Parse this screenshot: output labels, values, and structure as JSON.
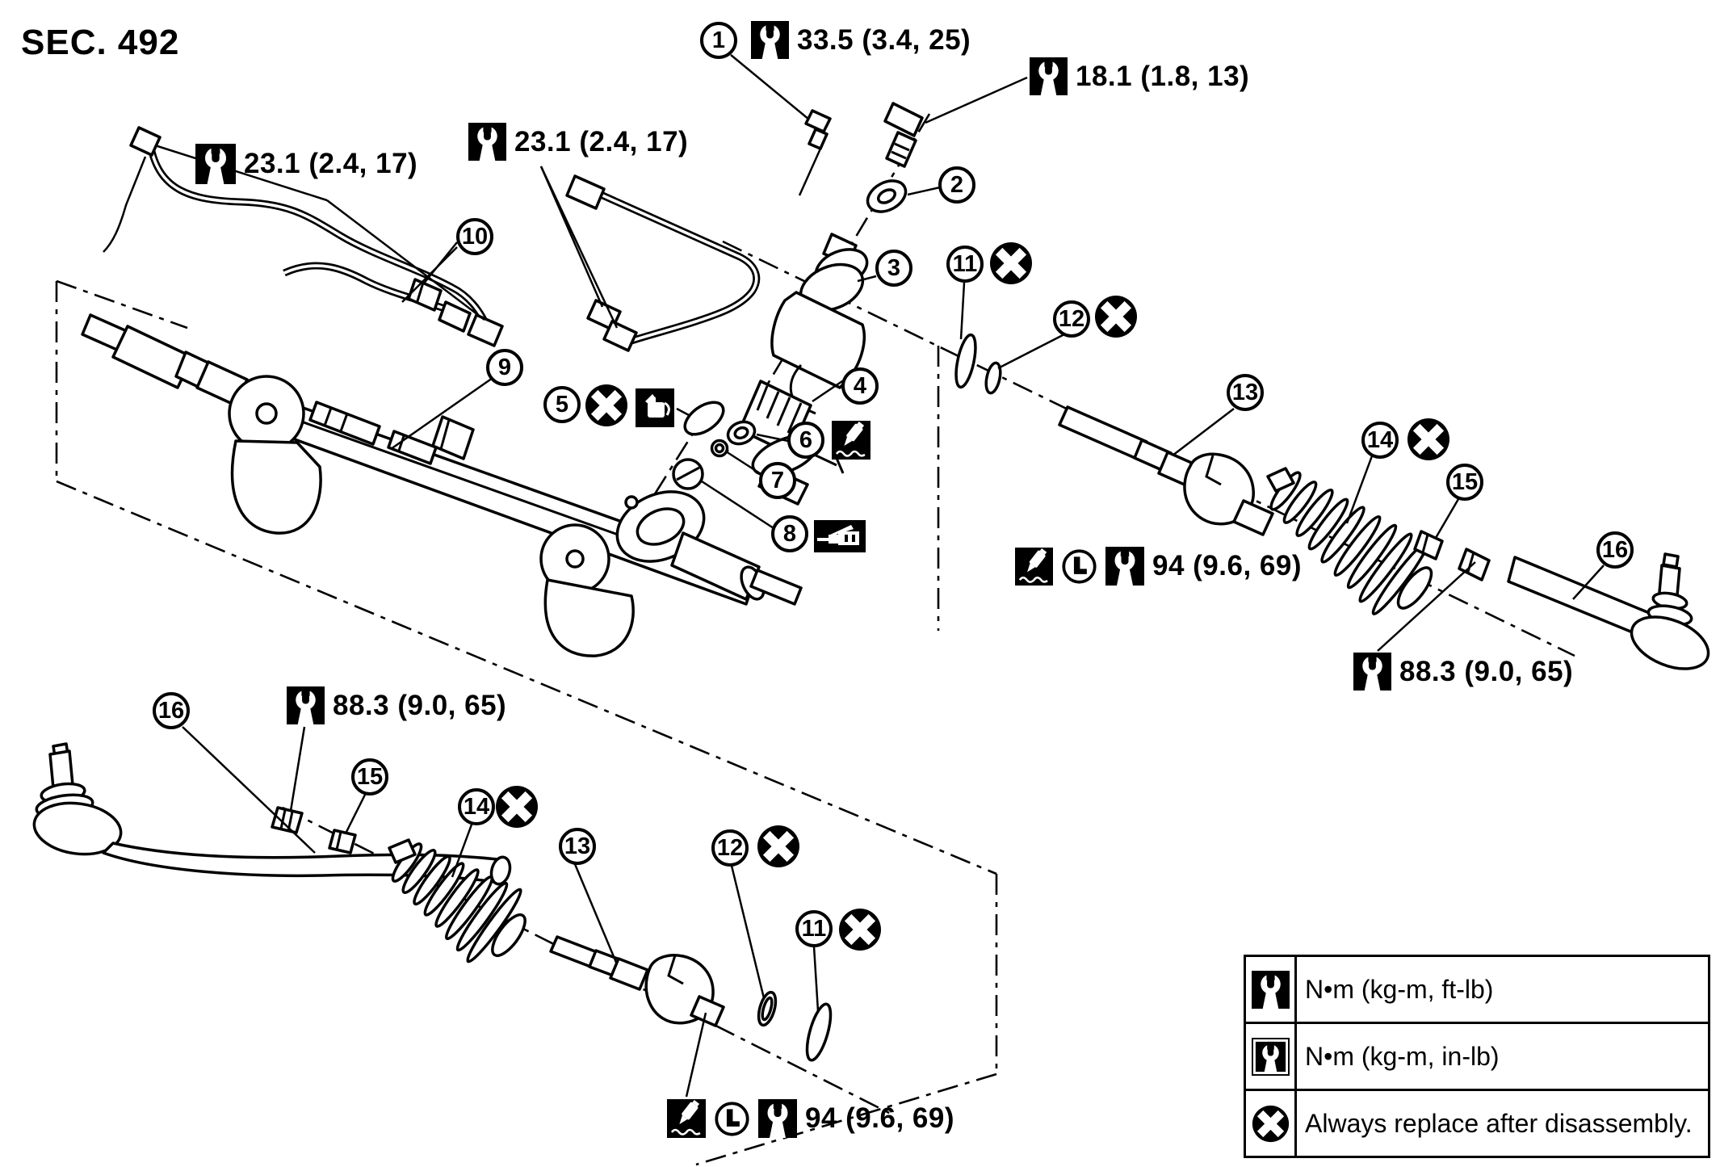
{
  "title": "SEC. 492",
  "colors": {
    "ink": "#000000",
    "paper": "#ffffff"
  },
  "callouts": {
    "c1": "1",
    "c2": "2",
    "c3": "3",
    "c4": "4",
    "c5": "5",
    "c6": "6",
    "c7": "7",
    "c8": "8",
    "c9": "9",
    "c10": "10",
    "c11a": "11",
    "c12a": "12",
    "c13a": "13",
    "c14a": "14",
    "c15a": "15",
    "c16a": "16",
    "c11b": "11",
    "c12b": "12",
    "c13b": "13",
    "c14b": "14",
    "c15b": "15",
    "c16b": "16"
  },
  "torque_labels": {
    "bolt_small": "33.5 (3.4, 25)",
    "bolt_bracket": "18.1 (1.8, 13)",
    "pipe_left": "23.1 (2.4, 17)",
    "pipe_right": "23.1 (2.4, 17)",
    "inner_socket_right": "94 (9.6, 69)",
    "locknut_right": "88.3 (9.0, 65)",
    "locknut_left": "88.3 (9.0, 65)",
    "inner_socket_bottom": "94 (9.6, 69)"
  },
  "icon_names": {
    "wrench": "torque-spec-ft-lb",
    "wrench_boxed": "torque-spec-in-lb",
    "replace_x": "always-replace",
    "grease": "apply-grease",
    "fluid": "apply-fluid",
    "grease_gun": "grease-gun",
    "l_circle": "left-hand-thread"
  },
  "legend": {
    "rows": [
      {
        "icon": "wrench",
        "label": "N•m (kg-m, ft-lb)"
      },
      {
        "icon": "wrench-boxed",
        "label": "N•m (kg-m, in-lb)"
      },
      {
        "icon": "replace-x",
        "label": "Always replace after disassembly."
      }
    ]
  }
}
